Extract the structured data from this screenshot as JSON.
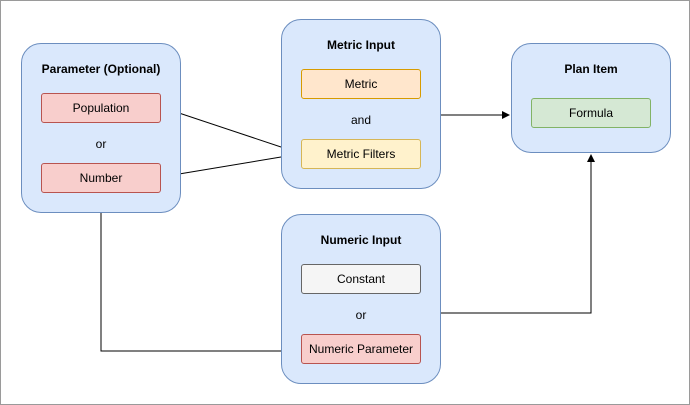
{
  "groups": {
    "parameter": {
      "title": "Parameter (Optional)",
      "items": [
        "Population",
        "Number"
      ],
      "connector": "or"
    },
    "metric_input": {
      "title": "Metric Input",
      "items": [
        "Metric",
        "Metric Filters"
      ],
      "connector": "and"
    },
    "numeric_input": {
      "title": "Numeric Input",
      "items": [
        "Constant",
        "Numeric Parameter"
      ],
      "connector": "or"
    },
    "plan_item": {
      "title": "Plan Item",
      "items": [
        "Formula"
      ]
    }
  },
  "colors": {
    "group_fill": "#dae8fc",
    "group_stroke": "#6c8ebf",
    "red_fill": "#f8cecc",
    "orange_fill": "#ffe6cc",
    "yellow_fill": "#fff2cc",
    "gray_fill": "#f5f5f5",
    "green_fill": "#d5e8d4",
    "edge": "#000000"
  }
}
